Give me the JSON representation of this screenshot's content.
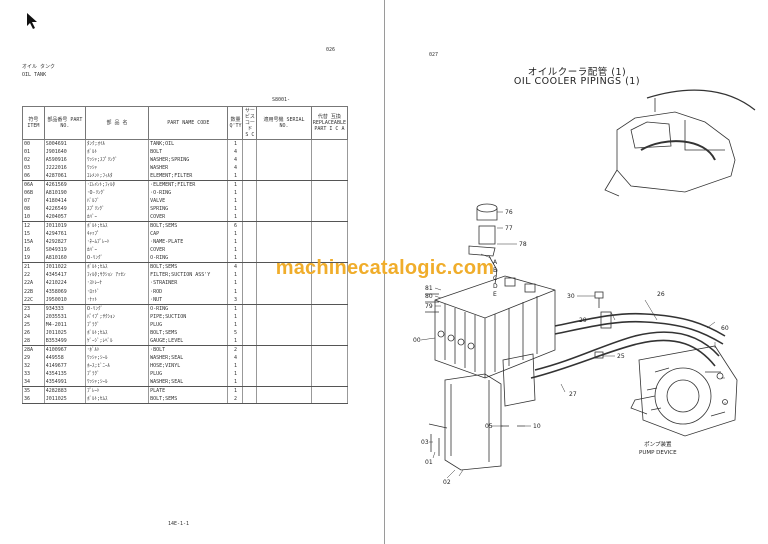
{
  "left_page": {
    "sheet_number": "026",
    "title_jp": "オイル タンク",
    "title_en": "OIL TANK",
    "serial_range": "S8001-",
    "footer_code": "14E-1-1",
    "headers": {
      "item": "符号 ITEM",
      "part_no": "部品番号 PART NO.",
      "part_name_jp": "部 品 名",
      "part_name_code": "PART NAME CODE",
      "qty": "数量 Q'TY",
      "service": "サービス コード S C",
      "serial": "適用号機 SERIAL NO.",
      "replace": "代替 互換 REPLACEABLE PART I C A"
    },
    "rows": [
      {
        "item": "00",
        "part_no": "S004691",
        "jp": "ﾀﾝｸ;ｵｲﾙ",
        "code": "TANK;OIL",
        "qty": "1",
        "sep": false
      },
      {
        "item": "01",
        "part_no": "J901640",
        "jp": "ﾎﾞﾙﾄ",
        "code": "BOLT",
        "qty": "4",
        "sep": false
      },
      {
        "item": "02",
        "part_no": "A590916",
        "jp": "ﾜｯｼｬ;ｽﾌﾟﾘﾝｸﾞ",
        "code": "WASHER;SPRING",
        "qty": "4",
        "sep": false
      },
      {
        "item": "03",
        "part_no": "J222016",
        "jp": "ﾜｯｼｬ",
        "code": "WASHER",
        "qty": "4",
        "sep": false
      },
      {
        "item": "06",
        "part_no": "4287061",
        "jp": "ｴﾚﾒﾝﾄ;ﾌｨﾙﾀ",
        "code": "ELEMENT;FILTER",
        "qty": "1",
        "sep": true
      },
      {
        "item": "06A",
        "part_no": "4261569",
        "jp": "･ｴﾚﾒﾝﾄ;ﾌｨﾙﾀ",
        "code": "·ELEMENT;FILTER",
        "qty": "1",
        "sep": false
      },
      {
        "item": "06B",
        "part_no": "A810190",
        "jp": "･O-ﾘﾝｸﾞ",
        "code": "·O-RING",
        "qty": "1",
        "sep": false
      },
      {
        "item": "07",
        "part_no": "4180414",
        "jp": "ﾊﾞﾙﾌﾞ",
        "code": "VALVE",
        "qty": "1",
        "sep": false
      },
      {
        "item": "08",
        "part_no": "4226549",
        "jp": "ｽﾌﾟﾘﾝｸﾞ",
        "code": "SPRING",
        "qty": "1",
        "sep": false
      },
      {
        "item": "10",
        "part_no": "4204057",
        "jp": "ｶﾊﾞｰ",
        "code": "COVER",
        "qty": "1",
        "sep": true
      },
      {
        "item": "12",
        "part_no": "J011019",
        "jp": "ﾎﾞﾙﾄ;ｾﾑｽ",
        "code": "BOLT;SEMS",
        "qty": "6",
        "sep": false
      },
      {
        "item": "15",
        "part_no": "4294761",
        "jp": "ｷｬｯﾌﾟ",
        "code": "CAP",
        "qty": "1",
        "sep": false
      },
      {
        "item": "15A",
        "part_no": "4292827",
        "jp": "･ﾈｰﾑﾌﾟﾚｰﾄ",
        "code": "·NAME-PLATE",
        "qty": "1",
        "sep": false
      },
      {
        "item": "16",
        "part_no": "S049319",
        "jp": "ｶﾊﾞｰ",
        "code": "COVER",
        "qty": "1",
        "sep": false
      },
      {
        "item": "19",
        "part_no": "A810160",
        "jp": "O-ﾘﾝｸﾞ",
        "code": "O-RING",
        "qty": "1",
        "sep": true
      },
      {
        "item": "21",
        "part_no": "J011022",
        "jp": "ﾎﾞﾙﾄ;ｾﾑｽ",
        "code": "BOLT;SEMS",
        "qty": "4",
        "sep": false
      },
      {
        "item": "22",
        "part_no": "4345417",
        "jp": "ﾌｨﾙﾀ;ｻｸｼｮﾝ ｱｯｾﾝ",
        "code": "FILTER;SUCTION ASS'Y",
        "qty": "1",
        "sep": false
      },
      {
        "item": "22A",
        "part_no": "4210224",
        "jp": "･ｽﾄﾚｰﾅ",
        "code": "·STRAINER",
        "qty": "1",
        "sep": false
      },
      {
        "item": "22B",
        "part_no": "4358069",
        "jp": "･ﾛｯﾄﾞ",
        "code": "·ROD",
        "qty": "1",
        "sep": false
      },
      {
        "item": "22C",
        "part_no": "J950010",
        "jp": "･ﾅｯﾄ",
        "code": "·NUT",
        "qty": "3",
        "sep": true
      },
      {
        "item": "23",
        "part_no": "934333",
        "jp": "O-ﾘﾝｸﾞ",
        "code": "O-RING",
        "qty": "1",
        "sep": false
      },
      {
        "item": "24",
        "part_no": "2035531",
        "jp": "ﾊﾟｲﾌﾟ;ｻｸｼｮﾝ",
        "code": "PIPE;SUCTION",
        "qty": "1",
        "sep": false
      },
      {
        "item": "25",
        "part_no": "M4-2011",
        "jp": "ﾌﾟﾗｸﾞ",
        "code": "PLUG",
        "qty": "1",
        "sep": false
      },
      {
        "item": "26",
        "part_no": "J011025",
        "jp": "ﾎﾞﾙﾄ;ｾﾑｽ",
        "code": "BOLT;SEMS",
        "qty": "5",
        "sep": false
      },
      {
        "item": "28",
        "part_no": "B353499",
        "jp": "ｹﾞｰｼﾞ;ﾚﾍﾞﾙ",
        "code": "GAUGE;LEVEL",
        "qty": "1",
        "sep": true
      },
      {
        "item": "28A",
        "part_no": "4100967",
        "jp": "･ﾎﾞﾙﾄ",
        "code": "·BOLT",
        "qty": "2",
        "sep": false
      },
      {
        "item": "29",
        "part_no": "449558",
        "jp": "ﾜｯｼｬ;ｼｰﾙ",
        "code": "WASHER;SEAL",
        "qty": "4",
        "sep": false
      },
      {
        "item": "32",
        "part_no": "4149677",
        "jp": "ﾎｰｽ;ﾋﾞﾆｰﾙ",
        "code": "HOSE;VINYL",
        "qty": "1",
        "sep": false
      },
      {
        "item": "33",
        "part_no": "4354135",
        "jp": "ﾌﾟﾗｸﾞ",
        "code": "PLUG",
        "qty": "1",
        "sep": false
      },
      {
        "item": "34",
        "part_no": "4354991",
        "jp": "ﾜｯｼｬ;ｼｰﾙ",
        "code": "WASHER;SEAL",
        "qty": "1",
        "sep": true
      },
      {
        "item": "35",
        "part_no": "4282883",
        "jp": "ﾌﾟﾚｰﾄ",
        "code": "PLATE",
        "qty": "1",
        "sep": false
      },
      {
        "item": "36",
        "part_no": "J011025",
        "jp": "ﾎﾞﾙﾄ;ｾﾑｽ",
        "code": "BOLT;SEMS",
        "qty": "2",
        "sep": false
      }
    ]
  },
  "right_page": {
    "sheet_number": "027",
    "title_jp": "オイルクーラ配管 (1)",
    "title_en": "OIL COOLER PIPINGS (1)",
    "pump_label_jp": "ポンプ装置",
    "pump_label_en": "PUMP DEVICE",
    "callouts": {
      "c76": "76",
      "c77": "77",
      "c78": "78",
      "c79": "79",
      "c80": "80",
      "c81": "81",
      "c00": "00",
      "c01": "01",
      "c02": "02",
      "c03": "03",
      "c05": "05",
      "c10": "10",
      "c25": "25",
      "c26": "26",
      "c27": "27",
      "c29": "29",
      "c30": "30",
      "c60": "60",
      "cA": "A",
      "cB": "B",
      "cC": "C",
      "cD": "D",
      "cE": "E"
    }
  },
  "watermark": "machinecatalogic.com"
}
